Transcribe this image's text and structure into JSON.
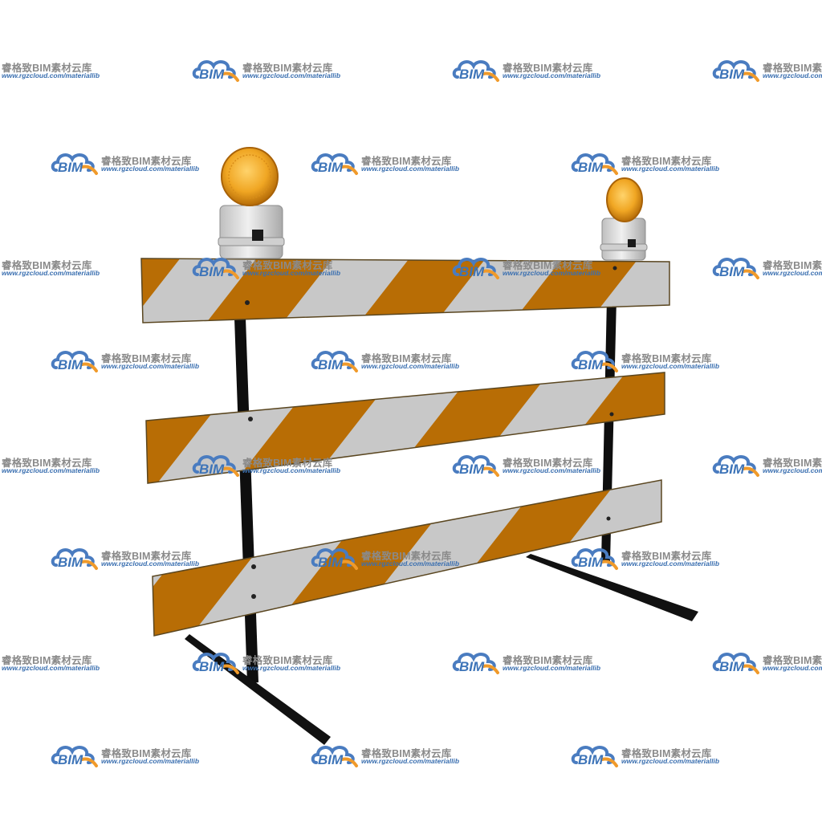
{
  "image": {
    "subject": "traffic-barricade",
    "colors": {
      "stripe_orange": "#b86d05",
      "stripe_white": "#c9c9c9",
      "frame_black": "#0e0e0e",
      "lamp_amber": "#f0a623",
      "lamp_housing": "#d9d9d9",
      "watermark_blue": "#4a7cc0",
      "watermark_orange": "#f09a2a",
      "watermark_gray": "#8a8a8a"
    }
  },
  "watermark": {
    "logo_text": "BIM",
    "brand_text": "睿格致BIM素材云库",
    "url_text": "www.rgzcloud.com/materiallib"
  }
}
